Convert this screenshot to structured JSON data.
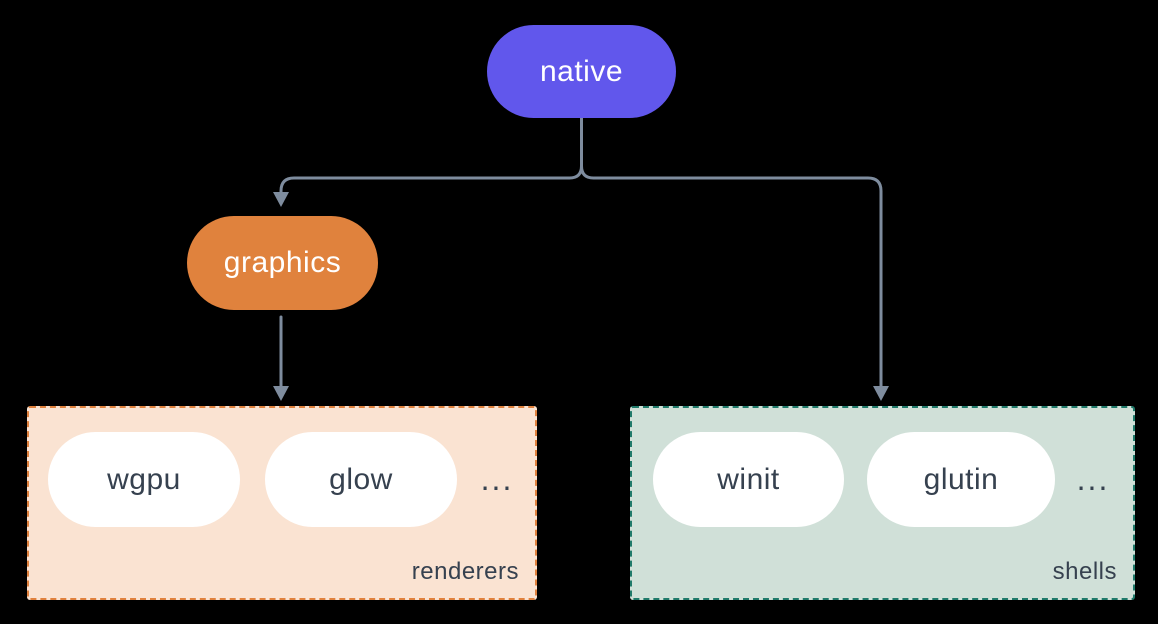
{
  "colors": {
    "canvas-bg": "#000000",
    "purple": "#6157EC",
    "orange": "#E0823D",
    "line": "#7E8C9E",
    "ink": "#36414F",
    "peach-bg": "#FAE3D2",
    "peach-border": "#E0813D",
    "teal-bg": "#D0E0D8",
    "teal-border": "#1F7A6A"
  },
  "nodes": {
    "native": {
      "label": "native"
    },
    "graphics": {
      "label": "graphics"
    }
  },
  "groups": {
    "renderers": {
      "label": "renderers",
      "items": [
        "wgpu",
        "glow"
      ],
      "ellipsis": "..."
    },
    "shells": {
      "label": "shells",
      "items": [
        "winit",
        "glutin"
      ],
      "ellipsis": "..."
    }
  }
}
